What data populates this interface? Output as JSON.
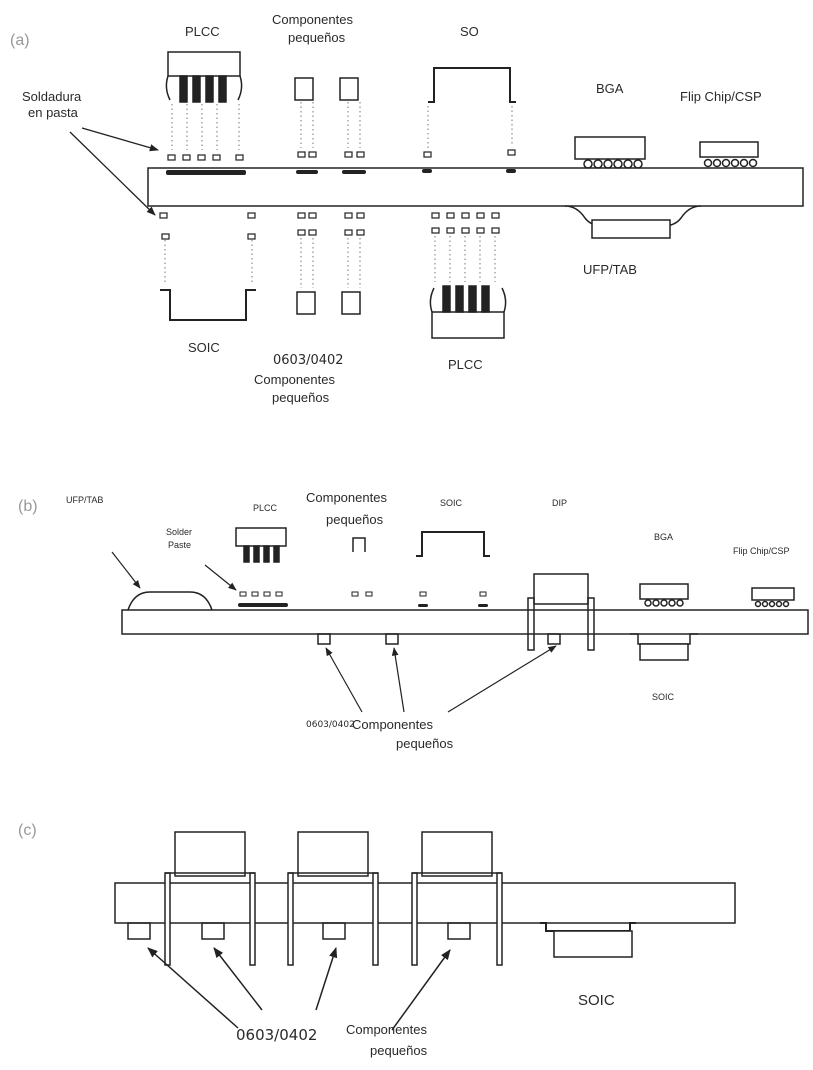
{
  "panel_a": {
    "marker": "(a)",
    "labels": {
      "plcc_top": "PLCC",
      "comp_top_1": "Componentes",
      "comp_top_2": "pequeños",
      "so": "SO",
      "bga": "BGA",
      "flip": "Flip Chip/CSP",
      "solder_1": "Soldadura",
      "solder_2": "en pasta",
      "ufp": "UFP/TAB",
      "soic": "SOIC",
      "code": "0603/0402",
      "comp_bot_1": "Componentes",
      "comp_bot_2": "pequeños",
      "plcc_bot": "PLCC"
    }
  },
  "panel_b": {
    "marker": "(b)",
    "labels": {
      "ufp": "UFP/TAB",
      "solder_1": "Solder",
      "solder_2": "Paste",
      "plcc": "PLCC",
      "comp_1": "Componentes",
      "comp_2": "pequeños",
      "soic_top": "SOIC",
      "dip": "DIP",
      "bga": "BGA",
      "flip": "Flip Chip/CSP",
      "soic_bot": "SOIC",
      "code": "0603/0402",
      "comp_bot_1": "Componentes",
      "comp_bot_2": "pequeños"
    }
  },
  "panel_c": {
    "marker": "(c)",
    "labels": {
      "soic": "SOIC",
      "code": "0603/0402",
      "comp_1": "Componentes",
      "comp_2": "pequeños"
    }
  }
}
